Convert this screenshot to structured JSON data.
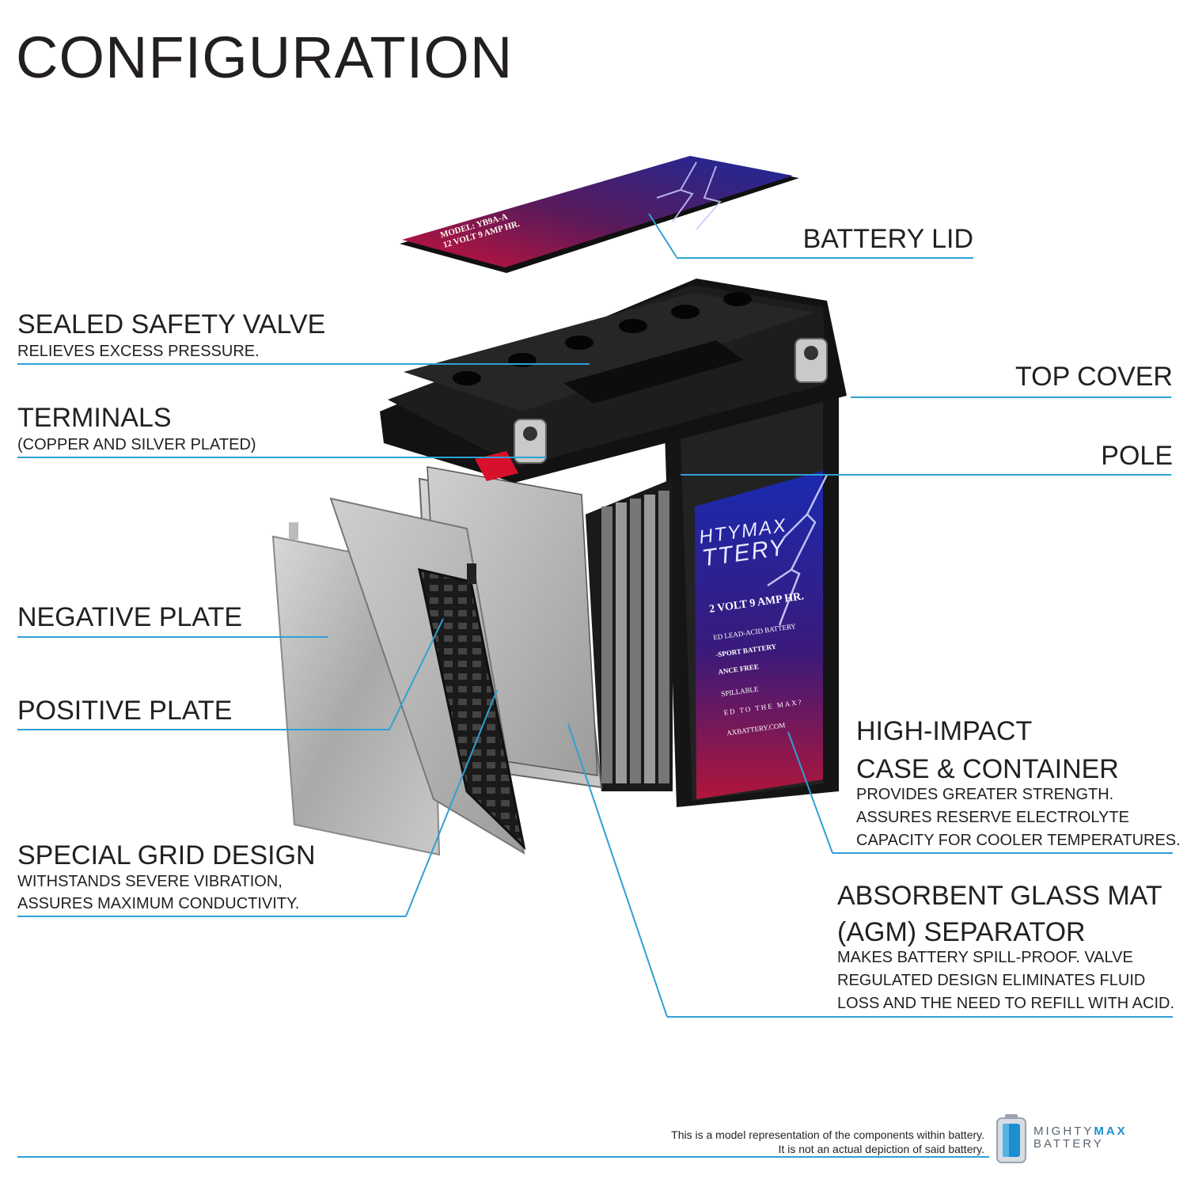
{
  "title": "CONFIGURATION",
  "labels": {
    "battery_lid": "BATTERY LID",
    "top_cover": "TOP COVER",
    "pole": "POLE",
    "sealed_valve": {
      "title": "SEALED SAFETY VALVE",
      "desc": "RELIEVES EXCESS PRESSURE."
    },
    "terminals": {
      "title": "TERMINALS",
      "desc": "(COPPER AND SILVER PLATED)"
    },
    "negative_plate": "NEGATIVE PLATE",
    "positive_plate": "POSITIVE PLATE",
    "special_grid": {
      "title": "SPECIAL GRID DESIGN",
      "desc1": "WITHSTANDS SEVERE VIBRATION,",
      "desc2": "ASSURES MAXIMUM CONDUCTIVITY."
    },
    "high_impact": {
      "title1": "HIGH-IMPACT",
      "title2": "CASE & CONTAINER",
      "desc1": "PROVIDES GREATER STRENGTH.",
      "desc2": "ASSURES RESERVE ELECTROLYTE",
      "desc3": "CAPACITY FOR COOLER TEMPERATURES."
    },
    "agm": {
      "title1": "ABSORBENT GLASS MAT",
      "title2": "(AGM) SEPARATOR",
      "desc1": "MAKES BATTERY SPILL-PROOF. VALVE",
      "desc2": "REGULATED DESIGN ELIMINATES FLUID",
      "desc3": "LOSS AND THE NEED TO REFILL WITH ACID."
    }
  },
  "lid_label": {
    "model": "MODEL: YB9A-A",
    "spec": "12 VOLT 9 AMP HR."
  },
  "case_label": {
    "brand1": "HTYMAX",
    "brand2": "TTERY",
    "spec": "2 VOLT 9 AMP HR.",
    "line1": "ED LEAD-ACID BATTERY",
    "line2": "-SPORT BATTERY",
    "line3": "ANCE FREE",
    "line4": "SPILLABLE",
    "line5": "ED TO THE MAX?",
    "line6": "AXBATTERY.COM"
  },
  "footer": {
    "note1": "This is a model representation of the components within battery.",
    "note2": "It is not an actual depiction of said battery.",
    "brand_top_a": "MIGHTY",
    "brand_top_b": "MAX",
    "brand_bottom": "BATTERY"
  },
  "colors": {
    "leader": "#2fa0d4",
    "text": "#231f20",
    "case": "#141414",
    "plate": "#b8b8b8",
    "label_blue": "#1b2a9c",
    "label_red": "#c8123a"
  }
}
